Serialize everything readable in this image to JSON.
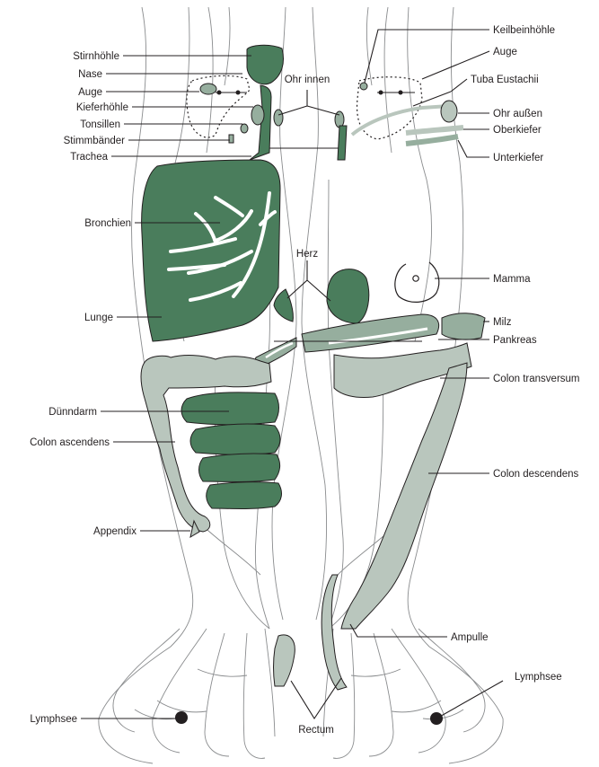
{
  "labels": {
    "stirnhoehle": "Stirnhöhle",
    "nase": "Nase",
    "auge_left": "Auge",
    "kieferhoehle": "Kieferhöhle",
    "tonsillen": "Tonsillen",
    "stimmbaender": "Stimmbänder",
    "trachea": "Trachea",
    "ohr_innen": "Ohr innen",
    "keilbeinhoehle": "Keilbeinhöhle",
    "auge_right": "Auge",
    "tuba_eustachii": "Tuba Eustachii",
    "ohr_aussen": "Ohr außen",
    "oberkiefer": "Oberkiefer",
    "unterkiefer": "Unterkiefer",
    "bronchien": "Bronchien",
    "herz": "Herz",
    "mamma": "Mamma",
    "lunge": "Lunge",
    "milz": "Milz",
    "pankreas": "Pankreas",
    "colon_transversum": "Colon transversum",
    "duenndarm": "Dünndarm",
    "colon_ascendens": "Colon ascendens",
    "colon_descendens": "Colon descendens",
    "appendix": "Appendix",
    "ampulle": "Ampulle",
    "lymphsee_left": "Lymphsee",
    "lymphsee_right": "Lymphsee",
    "rectum": "Rectum"
  },
  "colors": {
    "organ_dark": "#4a7d5c",
    "organ_light": "#b9c6bd",
    "organ_mid": "#96ae9e",
    "bone_outline": "#8a8c8e",
    "text": "#231f20"
  }
}
